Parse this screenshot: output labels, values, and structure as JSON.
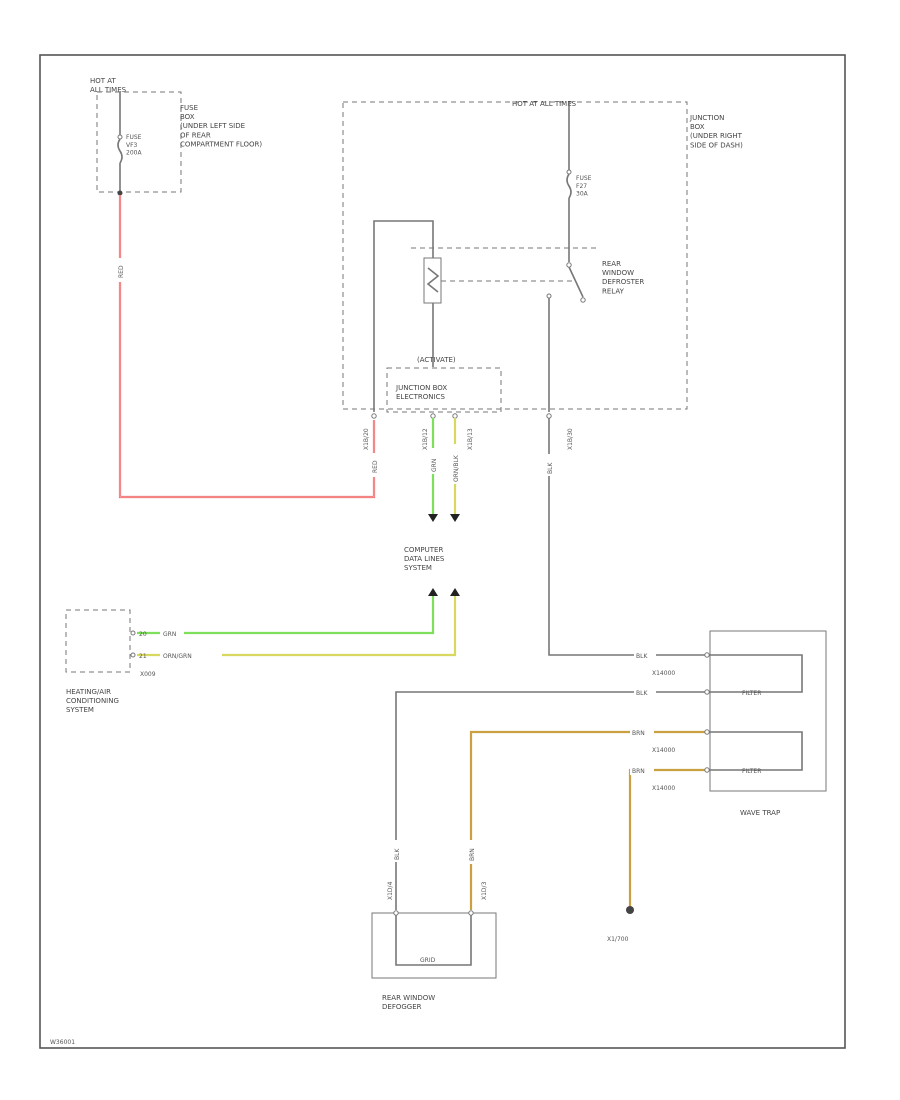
{
  "hot_at_all_times_left": "HOT AT\nALL TIMES",
  "fuse_box_left": {
    "box_label": "FUSE\nBOX\n(UNDER LEFT SIDE\nOF REAR\nCOMPARTMENT FLOOR)",
    "fuse_label": "FUSE\nVF3\n200A"
  },
  "junction_box": {
    "hot_label": "HOT AT ALL TIMES",
    "box_label": "JUNCTION\nBOX\n(UNDER RIGHT\nSIDE OF DASH)",
    "fuse_label": "FUSE\nF27\n30A",
    "relay_label": "REAR\nWINDOW\nDEFROSTER\nRELAY",
    "jbe_top_label": "(ACTIVATE)",
    "jbe_label": "JUNCTION BOX\nELECTRONICS"
  },
  "connectors": {
    "c_left": "X1B/20",
    "c_mid1": "X1B/12",
    "c_mid2": "X1B/13",
    "c_right": "X1B/30",
    "c_def_left": "X1D/4",
    "c_def_right": "X1D/3",
    "x14000_1": "X14000",
    "x14000_2": "X14000",
    "x14000_3": "X14000",
    "c_hvac": "X009",
    "ground": "X1/700"
  },
  "wires": {
    "red": "RED",
    "red2": "RED",
    "grn": "GRN",
    "orn_blk": "ORN/BLK",
    "blk": "BLK",
    "blk2": "BLK",
    "blk3": "BLK",
    "blk4": "BLK",
    "brn": "BRN",
    "brn2": "BRN",
    "brn3": "BRN",
    "hvac_grn": "GRN",
    "hvac_orn": "ORN/GRN",
    "pin_hvac1": "20",
    "pin_hvac2": "21"
  },
  "computer_data_lines": "COMPUTER\nDATA LINES\nSYSTEM",
  "hvac": "HEATING/AIR\nCONDITIONING\nSYSTEM",
  "wave_trap": "WAVE TRAP",
  "wave_trap_inner_1": "FILTER",
  "wave_trap_inner_2": "FILTER",
  "defogger": "REAR WINDOW\nDEFOGGER",
  "defogger_inner": "GRID",
  "figure_id": "W36001"
}
